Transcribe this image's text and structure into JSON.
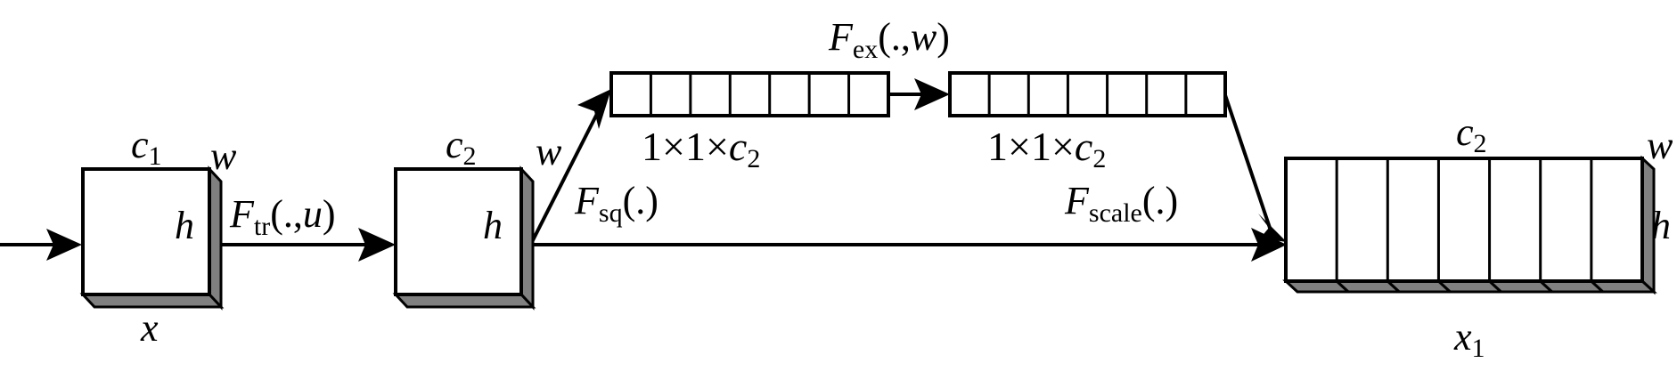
{
  "input": {
    "var": "x"
  },
  "block1": {
    "channel": "c",
    "channel_sub": "1",
    "width": "w",
    "height": "h"
  },
  "transform": {
    "F": "F",
    "sub": "tr",
    "open": "(.,",
    "arg": "u",
    "close": ")"
  },
  "block2": {
    "channel": "c",
    "channel_sub": "2",
    "width": "w",
    "height": "h"
  },
  "squeeze": {
    "F": "F",
    "sub": "sq",
    "args": "(.)"
  },
  "excite": {
    "F": "F",
    "sub": "ex",
    "open": "(.,",
    "arg": "w",
    "close": ")"
  },
  "vector_left": {
    "cells": 7,
    "dims": "1×1×",
    "c": "c",
    "c_sub": "2"
  },
  "vector_right": {
    "cells": 7,
    "dims": "1×1×",
    "c": "c",
    "c_sub": "2"
  },
  "scale": {
    "F": "F",
    "sub": "scale",
    "args": "(.)"
  },
  "output": {
    "channel": "c",
    "channel_sub": "2",
    "width": "w",
    "height": "h",
    "var": "x",
    "var_sub": "1",
    "slices": 7
  },
  "colors": {
    "stroke": "#000000",
    "face": "#ffffff",
    "shade": "#808080"
  }
}
